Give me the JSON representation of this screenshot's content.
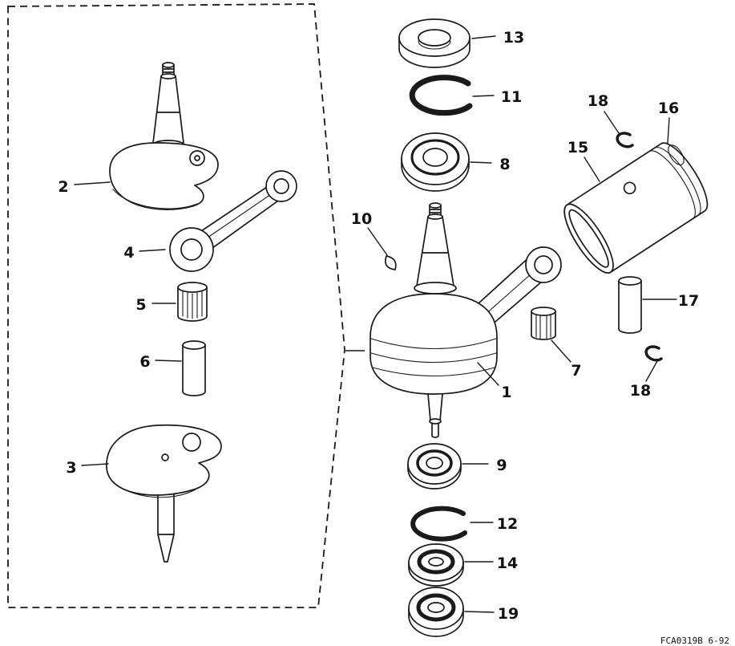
{
  "diagram": {
    "footer_code": "FCA0319B 6-92",
    "labels": {
      "p1": "1",
      "p2": "2",
      "p3": "3",
      "p4": "4",
      "p5": "5",
      "p6": "6",
      "p7": "7",
      "p8": "8",
      "p9": "9",
      "p10": "10",
      "p11": "11",
      "p12": "12",
      "p13": "13",
      "p14": "14",
      "p15": "15",
      "p16": "16",
      "p17": "17",
      "p18a": "18",
      "p18b": "18",
      "p19": "19"
    }
  }
}
